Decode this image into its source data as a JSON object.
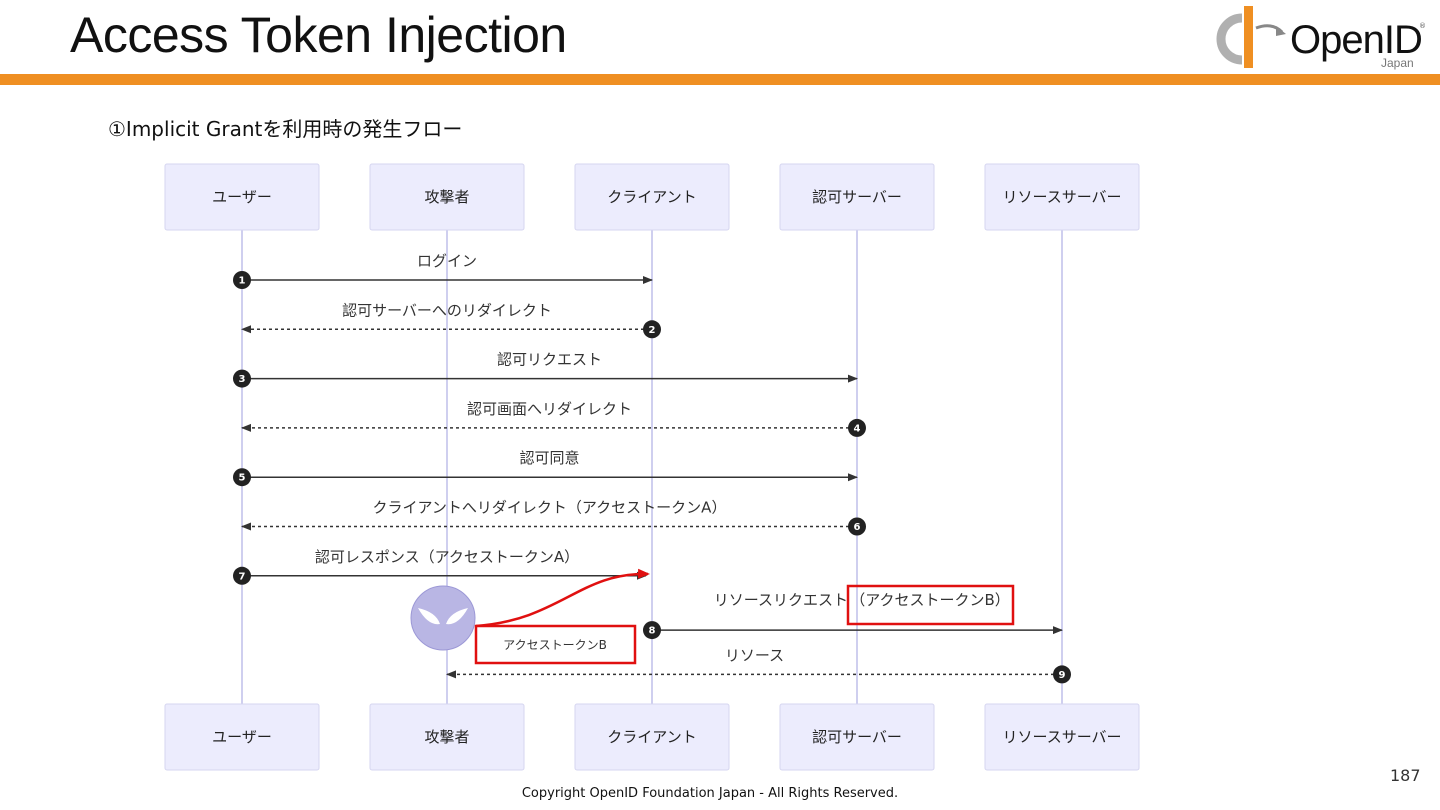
{
  "header": {
    "title": "Access Token Injection",
    "logo_text": "OpenID",
    "logo_sub": "Japan",
    "logo_mark": "®"
  },
  "subtitle": "①Implicit Grantを利用時の発生フロー",
  "diagram": {
    "participants": [
      "ユーザー",
      "攻撃者",
      "クライアント",
      "認可サーバー",
      "リソースサーバー"
    ],
    "messages": [
      {
        "num": "1",
        "label": "ログイン",
        "from": 0,
        "to": 2,
        "dashed": false
      },
      {
        "num": "2",
        "label": "認可サーバーへのリダイレクト",
        "from": 2,
        "to": 0,
        "dashed": true
      },
      {
        "num": "3",
        "label": "認可リクエスト",
        "from": 0,
        "to": 3,
        "dashed": false
      },
      {
        "num": "4",
        "label": "認可画面へリダイレクト",
        "from": 3,
        "to": 0,
        "dashed": true
      },
      {
        "num": "5",
        "label": "認可同意",
        "from": 0,
        "to": 3,
        "dashed": false
      },
      {
        "num": "6",
        "label": "クライアントへリダイレクト（アクセストークンA）",
        "from": 3,
        "to": 0,
        "dashed": true
      },
      {
        "num": "7",
        "label": "認可レスポンス（アクセストークンA）",
        "from": 0,
        "to": 2,
        "dashed": false
      },
      {
        "num": "8",
        "label": "リソースリクエスト",
        "label_highlight": "（アクセストークンB）",
        "from": 2,
        "to": 4,
        "dashed": false
      },
      {
        "num": "9",
        "label": "リソース",
        "from": 4,
        "to": 1,
        "dashed": true
      }
    ],
    "injection_label": "アクセストークンB",
    "colors": {
      "highlight": "#e01010",
      "attacker_face": "#b9b6e4",
      "accent_bar": "#ef8f22"
    },
    "icons": [
      "attacker-face-icon"
    ]
  },
  "footer": {
    "page_number": "187",
    "copyright": "Copyright OpenID Foundation Japan - All Rights Reserved."
  }
}
